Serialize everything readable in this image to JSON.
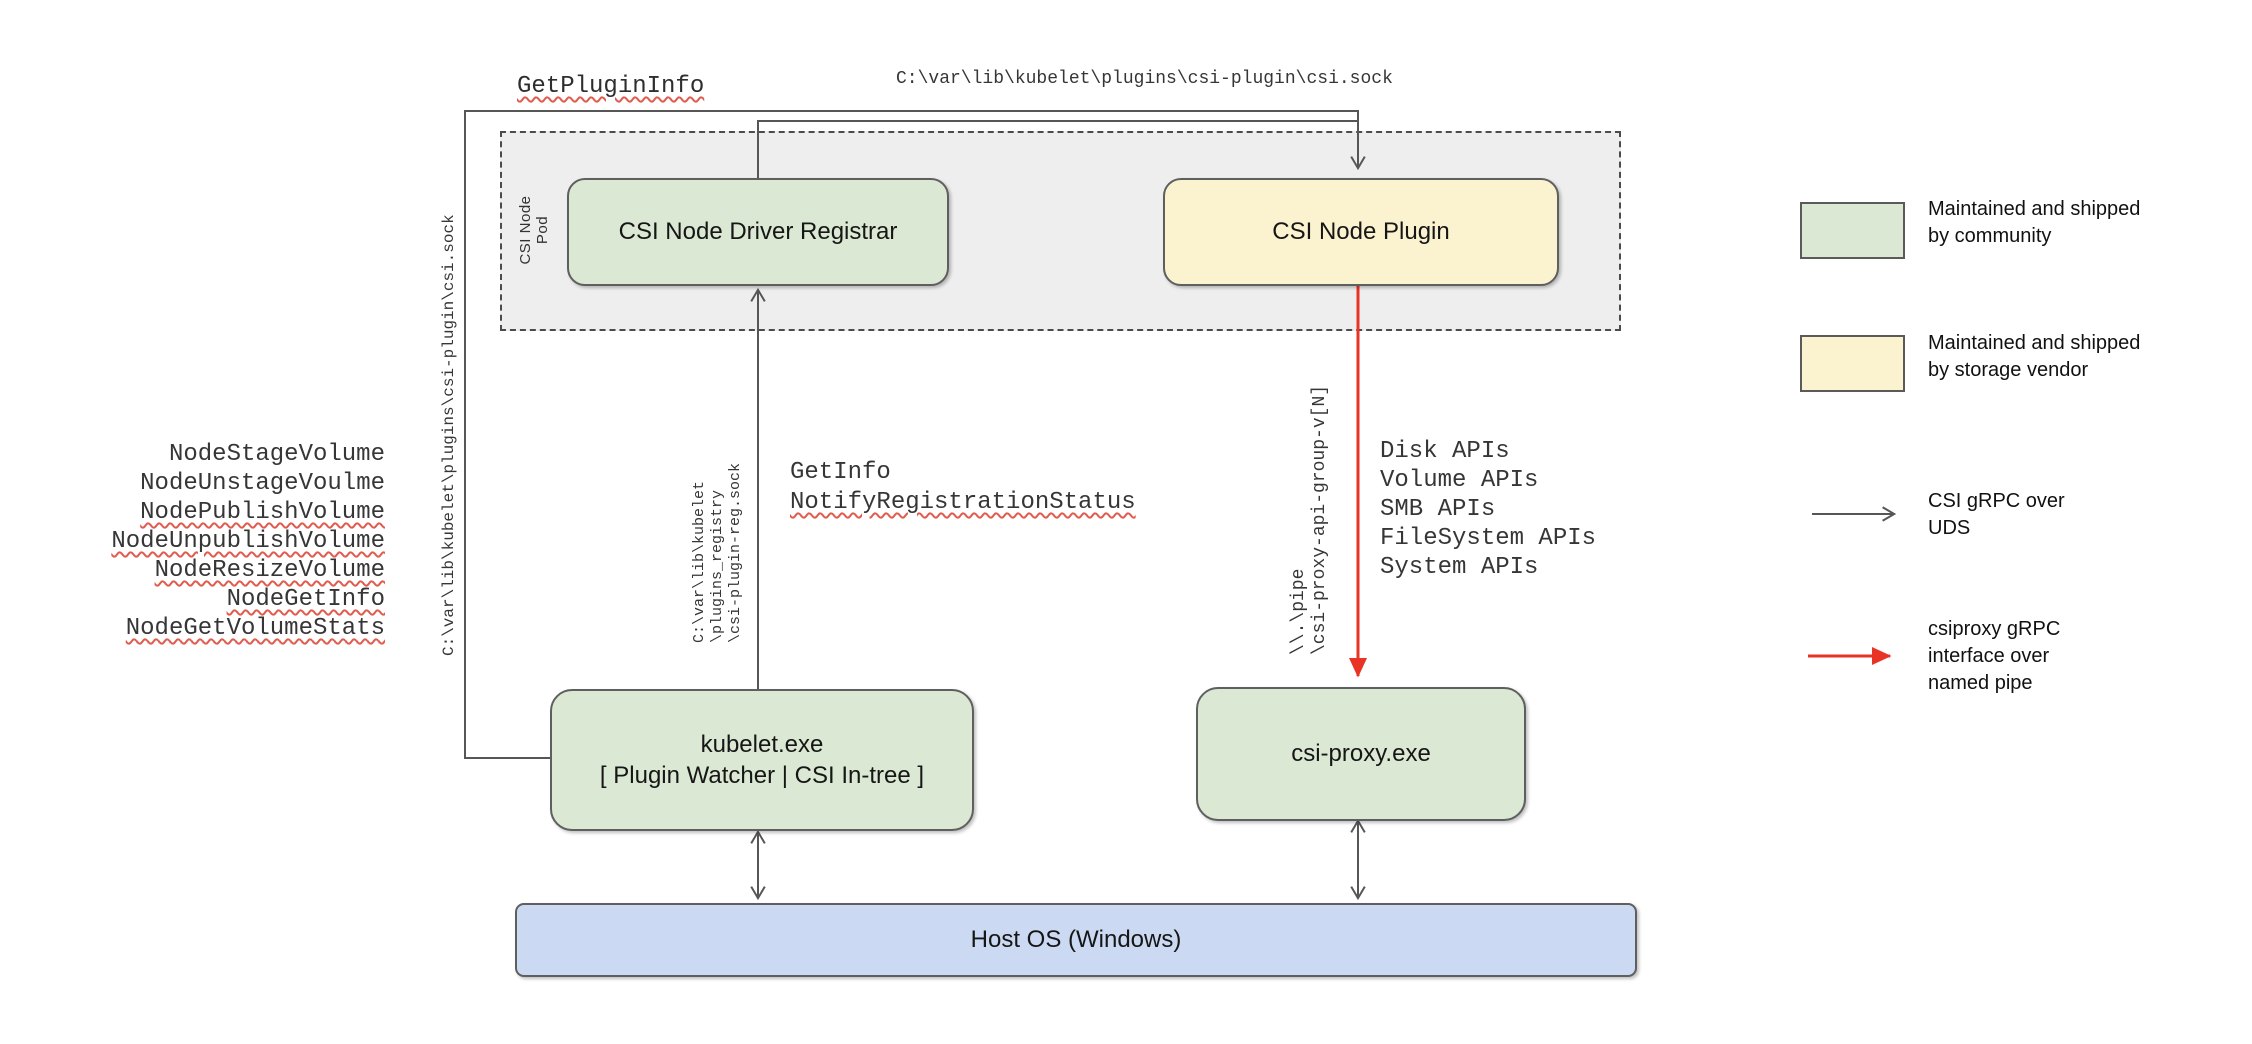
{
  "colors": {
    "community_green": "#dbe8d3",
    "vendor_yellow": "#fbf2cf",
    "host_blue": "#ccd9f3",
    "pod_gray": "#eeeeee",
    "line_gray": "#565656",
    "grpc_red": "#e93325",
    "squiggle_red": "#e05c4f"
  },
  "pod": {
    "label": "CSI Node Pod"
  },
  "nodes": {
    "registrar": "CSI Node Driver Registrar",
    "plugin": "CSI Node Plugin",
    "kubelet_line1": "kubelet.exe",
    "kubelet_line2": "[ Plugin Watcher | CSI In-tree ]",
    "csi_proxy": "csi-proxy.exe",
    "host_os": "Host OS (Windows)"
  },
  "edge_labels": {
    "get_plugin_info": "GetPluginInfo",
    "csi_sock_top": "C:\\var\\lib\\kubelet\\plugins\\csi-plugin\\csi.sock",
    "csi_sock_left": "C:\\var\\lib\\kubelet\\plugins\\csi-plugin\\csi.sock",
    "registry_sock_lines": [
      "C:\\var\\lib\\kubelet",
      "\\plugins_registry",
      "\\csi-plugin-reg.sock"
    ],
    "get_info": "GetInfo",
    "notify_registration_status": "NotifyRegistrationStatus",
    "named_pipe_lines": [
      "\\\\.\\pipe",
      "\\csi-proxy-api-group-v[N]"
    ],
    "node_rpcs": [
      {
        "text": "NodeStageVolume",
        "squiggle": false
      },
      {
        "text": "NodeUnstageVoulme",
        "squiggle": false
      },
      {
        "text": "NodePublishVolume",
        "squiggle": true
      },
      {
        "text": "NodeUnpublishVolume",
        "squiggle": true
      },
      {
        "text": "NodeResizeVolume",
        "squiggle": true
      },
      {
        "text": "NodeGetInfo",
        "squiggle": true
      },
      {
        "text": "NodeGetVolumeStats",
        "squiggle": true
      }
    ],
    "proxy_apis": [
      "Disk APIs",
      "Volume APIs",
      "SMB APIs",
      "FileSystem APIs",
      "System APIs"
    ]
  },
  "legend": {
    "community": "Maintained and shipped by community",
    "vendor": "Maintained and shipped by storage vendor",
    "uds": "CSI gRPC over UDS",
    "named_pipe": "csiproxy gRPC interface over named pipe"
  }
}
